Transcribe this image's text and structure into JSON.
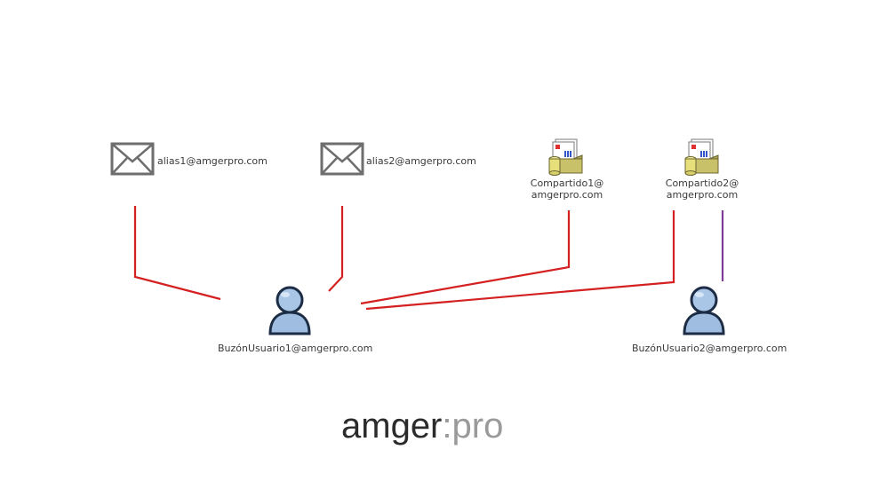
{
  "nodes": {
    "alias1": {
      "label": "alias1@amgerpro.com",
      "icon": "envelope-icon"
    },
    "alias2": {
      "label": "alias2@amgerpro.com",
      "icon": "envelope-icon"
    },
    "shared1": {
      "line1": "Compartido1@",
      "line2": "amgerpro.com",
      "icon": "shared-mailbox-icon"
    },
    "shared2": {
      "line1": "Compartido2@",
      "line2": "amgerpro.com",
      "icon": "shared-mailbox-icon"
    },
    "user1": {
      "label": "BuzónUsuario1@amgerpro.com",
      "icon": "user-icon"
    },
    "user2": {
      "label": "BuzónUsuario2@amgerpro.com",
      "icon": "user-icon"
    }
  },
  "connectors": {
    "primary_color": "#d42020",
    "secondary_color": "#7d3c98"
  },
  "logo": {
    "part1": "amger",
    "separator": ":",
    "part2": "pro"
  }
}
